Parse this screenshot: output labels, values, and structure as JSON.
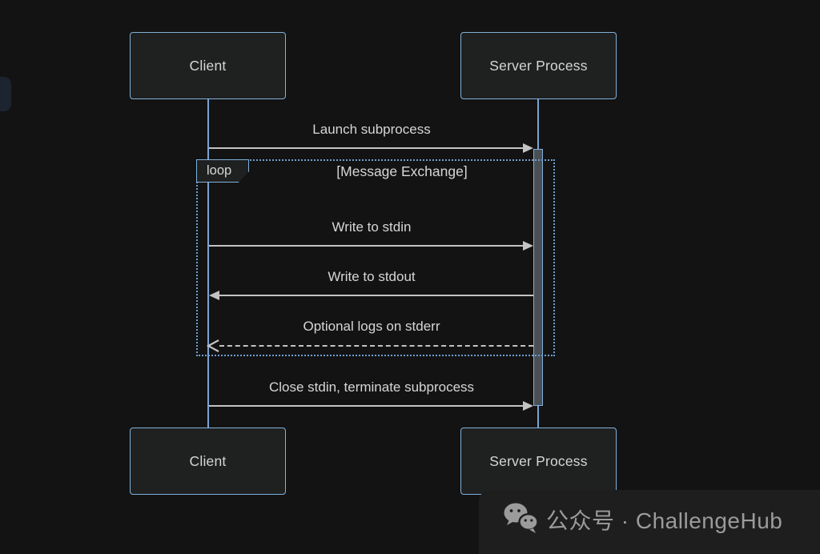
{
  "colors": {
    "background": "#131313",
    "actor_fill": "#1f2020",
    "actor_border": "#81b1db",
    "lifeline": "#7ba3d0",
    "loop_border": "#6d9fd4",
    "activation_fill": "#4a4f54",
    "signal_line": "#c3c3c3",
    "text": "#d6d6d6",
    "watermark_text": "#9b9b9b"
  },
  "diagram": {
    "type": "sequence-diagram",
    "actors": [
      {
        "id": "client",
        "label": "Client"
      },
      {
        "id": "server",
        "label": "Server Process"
      }
    ],
    "messages": [
      {
        "from": "client",
        "to": "server",
        "label": "Launch subprocess",
        "line": "solid",
        "arrow": "filled"
      },
      {
        "from": "client",
        "to": "server",
        "label": "Write to stdin",
        "line": "solid",
        "arrow": "filled"
      },
      {
        "from": "server",
        "to": "client",
        "label": "Write to stdout",
        "line": "solid",
        "arrow": "filled"
      },
      {
        "from": "server",
        "to": "client",
        "label": "Optional logs on stderr",
        "line": "dashed",
        "arrow": "open"
      },
      {
        "from": "client",
        "to": "server",
        "label": "Close stdin, terminate subprocess",
        "line": "solid",
        "arrow": "filled"
      }
    ],
    "loop": {
      "label": "loop",
      "condition": "[Message Exchange]"
    },
    "activation": {
      "actor": "server",
      "span": "Launch subprocess → Close stdin, terminate subprocess"
    }
  },
  "watermark": {
    "icon": "wechat-icon",
    "text": "公众号 · ChallengeHub"
  }
}
